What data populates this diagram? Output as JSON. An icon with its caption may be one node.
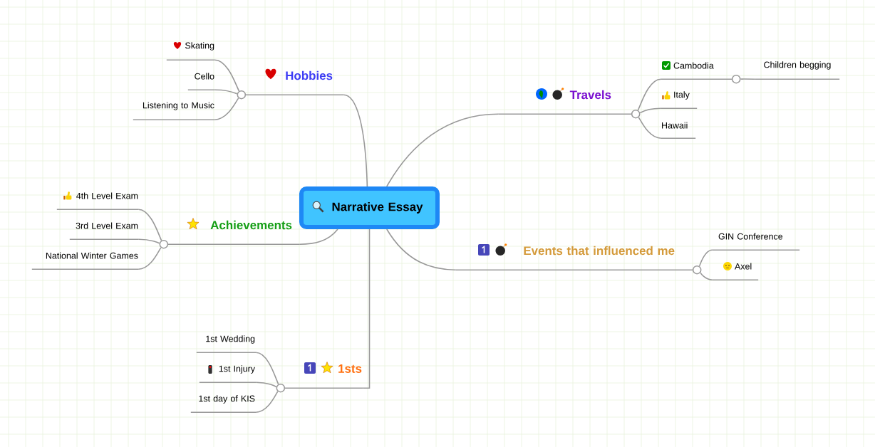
{
  "diagram": {
    "nodes": [
      {
        "text": [
          "Narrative Essay"
        ]
      },
      {
        "text": [
          "Hobbies"
        ]
      },
      {
        "text": [
          "Skating"
        ]
      },
      {
        "text": [
          "Cello"
        ]
      },
      {
        "text": [
          "Listening to Music"
        ]
      },
      {
        "text": [
          "Travels"
        ]
      },
      {
        "text": [
          "Cambodia"
        ]
      },
      {
        "text": [
          "Children begging"
        ]
      },
      {
        "text": [
          "Italy"
        ]
      },
      {
        "text": [
          "Hawaii"
        ]
      },
      {
        "text": [
          "Achievements"
        ]
      },
      {
        "text": [
          "4th Level Exam"
        ]
      },
      {
        "text": [
          "3rd Level Exam"
        ]
      },
      {
        "text": [
          "National Winter Games"
        ]
      },
      {
        "text": [
          "Events that influenced me"
        ]
      },
      {
        "text": [
          "GIN Conference"
        ]
      },
      {
        "text": [
          "Axel"
        ]
      },
      {
        "text": [
          "1sts"
        ]
      },
      {
        "text": [
          "1st Wedding"
        ]
      },
      {
        "text": [
          "1st Injury"
        ]
      },
      {
        "text": [
          "1st day of KIS"
        ]
      }
    ],
    "edges": [
      {
        "from": 0,
        "to": 1,
        "arrow": "none"
      },
      {
        "from": 1,
        "to": 2,
        "arrow": "none"
      },
      {
        "from": 1,
        "to": 3,
        "arrow": "none"
      },
      {
        "from": 1,
        "to": 4,
        "arrow": "none"
      },
      {
        "from": 0,
        "to": 5,
        "arrow": "none"
      },
      {
        "from": 5,
        "to": 6,
        "arrow": "none"
      },
      {
        "from": 6,
        "to": 7,
        "arrow": "none"
      },
      {
        "from": 5,
        "to": 8,
        "arrow": "none"
      },
      {
        "from": 5,
        "to": 9,
        "arrow": "none"
      },
      {
        "from": 0,
        "to": 10,
        "arrow": "none"
      },
      {
        "from": 10,
        "to": 11,
        "arrow": "none"
      },
      {
        "from": 10,
        "to": 12,
        "arrow": "none"
      },
      {
        "from": 10,
        "to": 13,
        "arrow": "none"
      },
      {
        "from": 0,
        "to": 14,
        "arrow": "none"
      },
      {
        "from": 14,
        "to": 15,
        "arrow": "none"
      },
      {
        "from": 14,
        "to": 16,
        "arrow": "none"
      },
      {
        "from": 0,
        "to": 17,
        "arrow": "none"
      },
      {
        "from": 17,
        "to": 18,
        "arrow": "none"
      },
      {
        "from": 17,
        "to": 19,
        "arrow": "none"
      },
      {
        "from": 17,
        "to": 20,
        "arrow": "none"
      }
    ]
  }
}
